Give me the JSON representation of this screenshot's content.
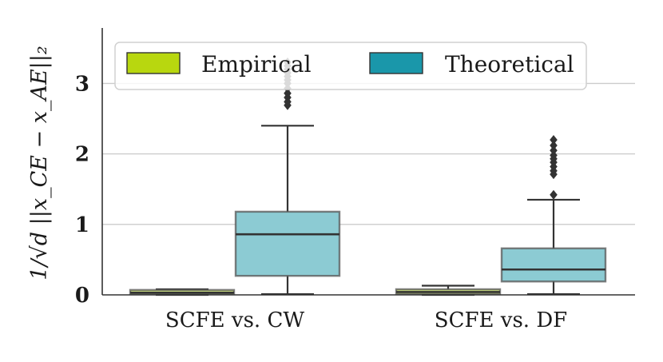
{
  "chart_data": {
    "type": "box",
    "categories": [
      "SCFE vs. CW",
      "SCFE vs. DF"
    ],
    "ylabel": "1/√d ||x_CE − x_AE||₂",
    "ylim": [
      0,
      3.8
    ],
    "yticks": [
      "0",
      "1",
      "2",
      "3"
    ],
    "grid": "horizontal",
    "legend_position": "top",
    "series": [
      {
        "name": "Empirical",
        "color": "#b8d70f",
        "boxes": [
          {
            "whisker_low": 0.0,
            "q1": 0.01,
            "median": 0.03,
            "q3": 0.07,
            "whisker_high": 0.08,
            "outliers": []
          },
          {
            "whisker_low": 0.0,
            "q1": 0.01,
            "median": 0.04,
            "q3": 0.08,
            "whisker_high": 0.13,
            "outliers": []
          }
        ]
      },
      {
        "name": "Theoretical",
        "color": "#1a97aa",
        "boxes": [
          {
            "whisker_low": 0.01,
            "q1": 0.27,
            "median": 0.86,
            "q3": 1.18,
            "whisker_high": 2.4,
            "outliers": [
              2.69,
              2.74,
              2.8,
              2.86,
              2.93,
              3.0,
              3.05,
              3.1,
              3.15,
              3.2,
              3.25,
              3.3
            ]
          },
          {
            "whisker_low": 0.01,
            "q1": 0.19,
            "median": 0.36,
            "q3": 0.66,
            "whisker_high": 1.35,
            "outliers": [
              1.42,
              1.71,
              1.76,
              1.82,
              1.88,
              1.93,
              1.98,
              2.05,
              2.12,
              2.2
            ]
          }
        ]
      }
    ]
  }
}
